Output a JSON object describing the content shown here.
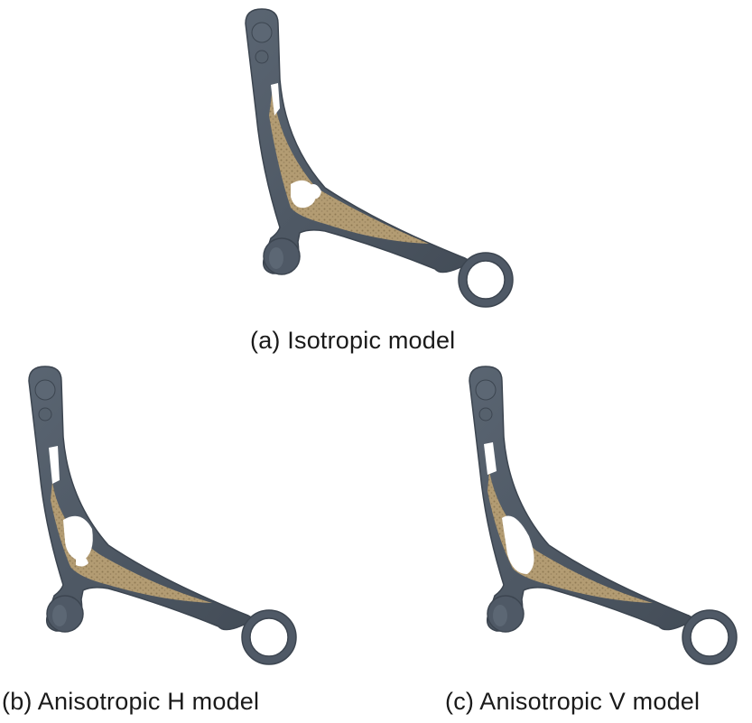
{
  "figure": {
    "panels": [
      {
        "id": "a",
        "caption": "(a) Isotropic model"
      },
      {
        "id": "b",
        "caption": "(b) Anisotropic H model"
      },
      {
        "id": "c",
        "caption": "(c) Anisotropic V model"
      }
    ],
    "colors": {
      "arm": "#4f5966",
      "arm_shadow": "#3c4550",
      "infill": "#b39c73",
      "infill_dark": "#8f7a55",
      "background": "#ffffff"
    }
  }
}
